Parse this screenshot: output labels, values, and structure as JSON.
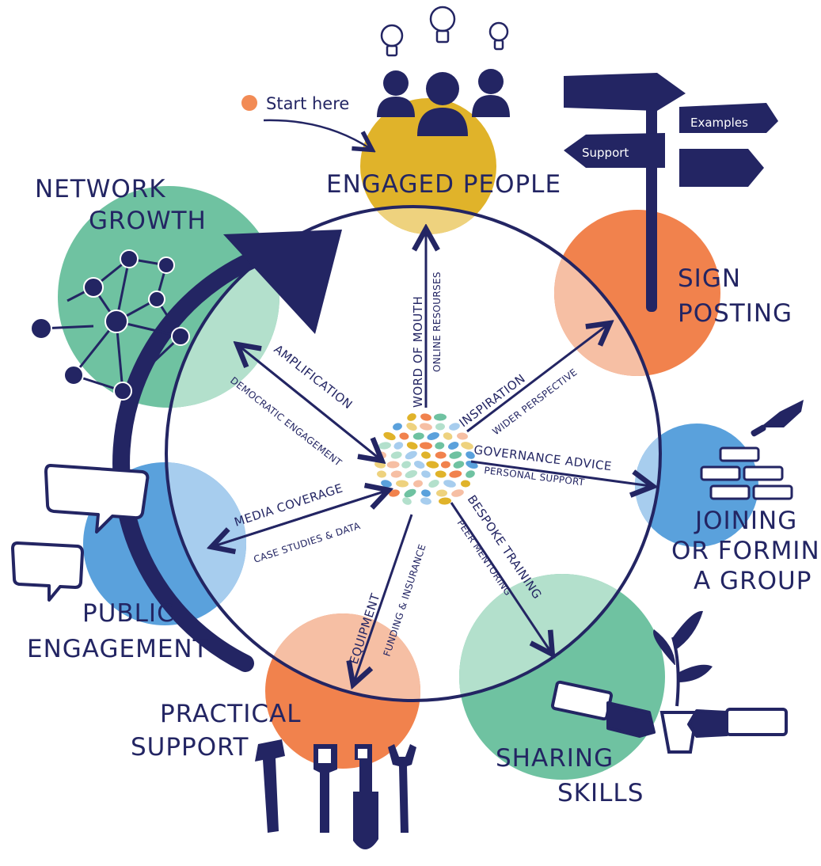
{
  "start": {
    "label": "Start here"
  },
  "nodes": [
    {
      "id": "engaged-people",
      "label_lines": [
        "ENGAGED PEOPLE"
      ]
    },
    {
      "id": "sign-posting",
      "label_lines": [
        "SIGN",
        "POSTING"
      ]
    },
    {
      "id": "joining",
      "label_lines": [
        "JOINING",
        "OR FORMING",
        "A GROUP"
      ]
    },
    {
      "id": "sharing-skills",
      "label_lines": [
        "SHARING",
        "SKILLS"
      ]
    },
    {
      "id": "practical-support",
      "label_lines": [
        "PRACTICAL",
        "SUPPORT"
      ]
    },
    {
      "id": "public-engagement",
      "label_lines": [
        "PUBLIC",
        "ENGAGEMENT"
      ]
    },
    {
      "id": "network-growth",
      "label_lines": [
        "NETWORK",
        "GROWTH"
      ]
    }
  ],
  "spokes": {
    "engaged": [
      "WORD OF MOUTH",
      "ONLINE RESOURSES"
    ],
    "sign": [
      "INSPIRATION",
      "WIDER PERSPECTIVE"
    ],
    "joining": [
      "GOVERNANCE ADVICE",
      "PERSONAL SUPPORT"
    ],
    "sharing": [
      "BESPOKE TRAINING",
      "PEER MENTORING"
    ],
    "practical": [
      "EQUIPMENT",
      "FUNDING & INSURANCE"
    ],
    "public": [
      "MEDIA COVERAGE",
      "CASE STUDIES & DATA"
    ],
    "network": [
      "AMPLIFICATION",
      "DEMOCRATIC ENGAGEMENT"
    ]
  },
  "signpost": {
    "examples": "Examples",
    "support": "Support"
  },
  "colors": {
    "navy": "#232563",
    "mustard": "#e0b32a",
    "mustard_light": "#eed27e",
    "orange": "#f1824d",
    "orange_light": "#f6bfa4",
    "blue": "#5aa1dc",
    "blue_light": "#a7cdee",
    "green": "#6fc2a1",
    "green_light": "#b3e0cc",
    "start_dot": "#f28b55"
  },
  "icons": [
    "lightbulb-icon",
    "people-icon",
    "signpost-icon",
    "bricks-icon",
    "trowel-icon",
    "plant-icon",
    "glove-icon",
    "tools-icon",
    "speech-bubble-icon",
    "network-icon"
  ]
}
